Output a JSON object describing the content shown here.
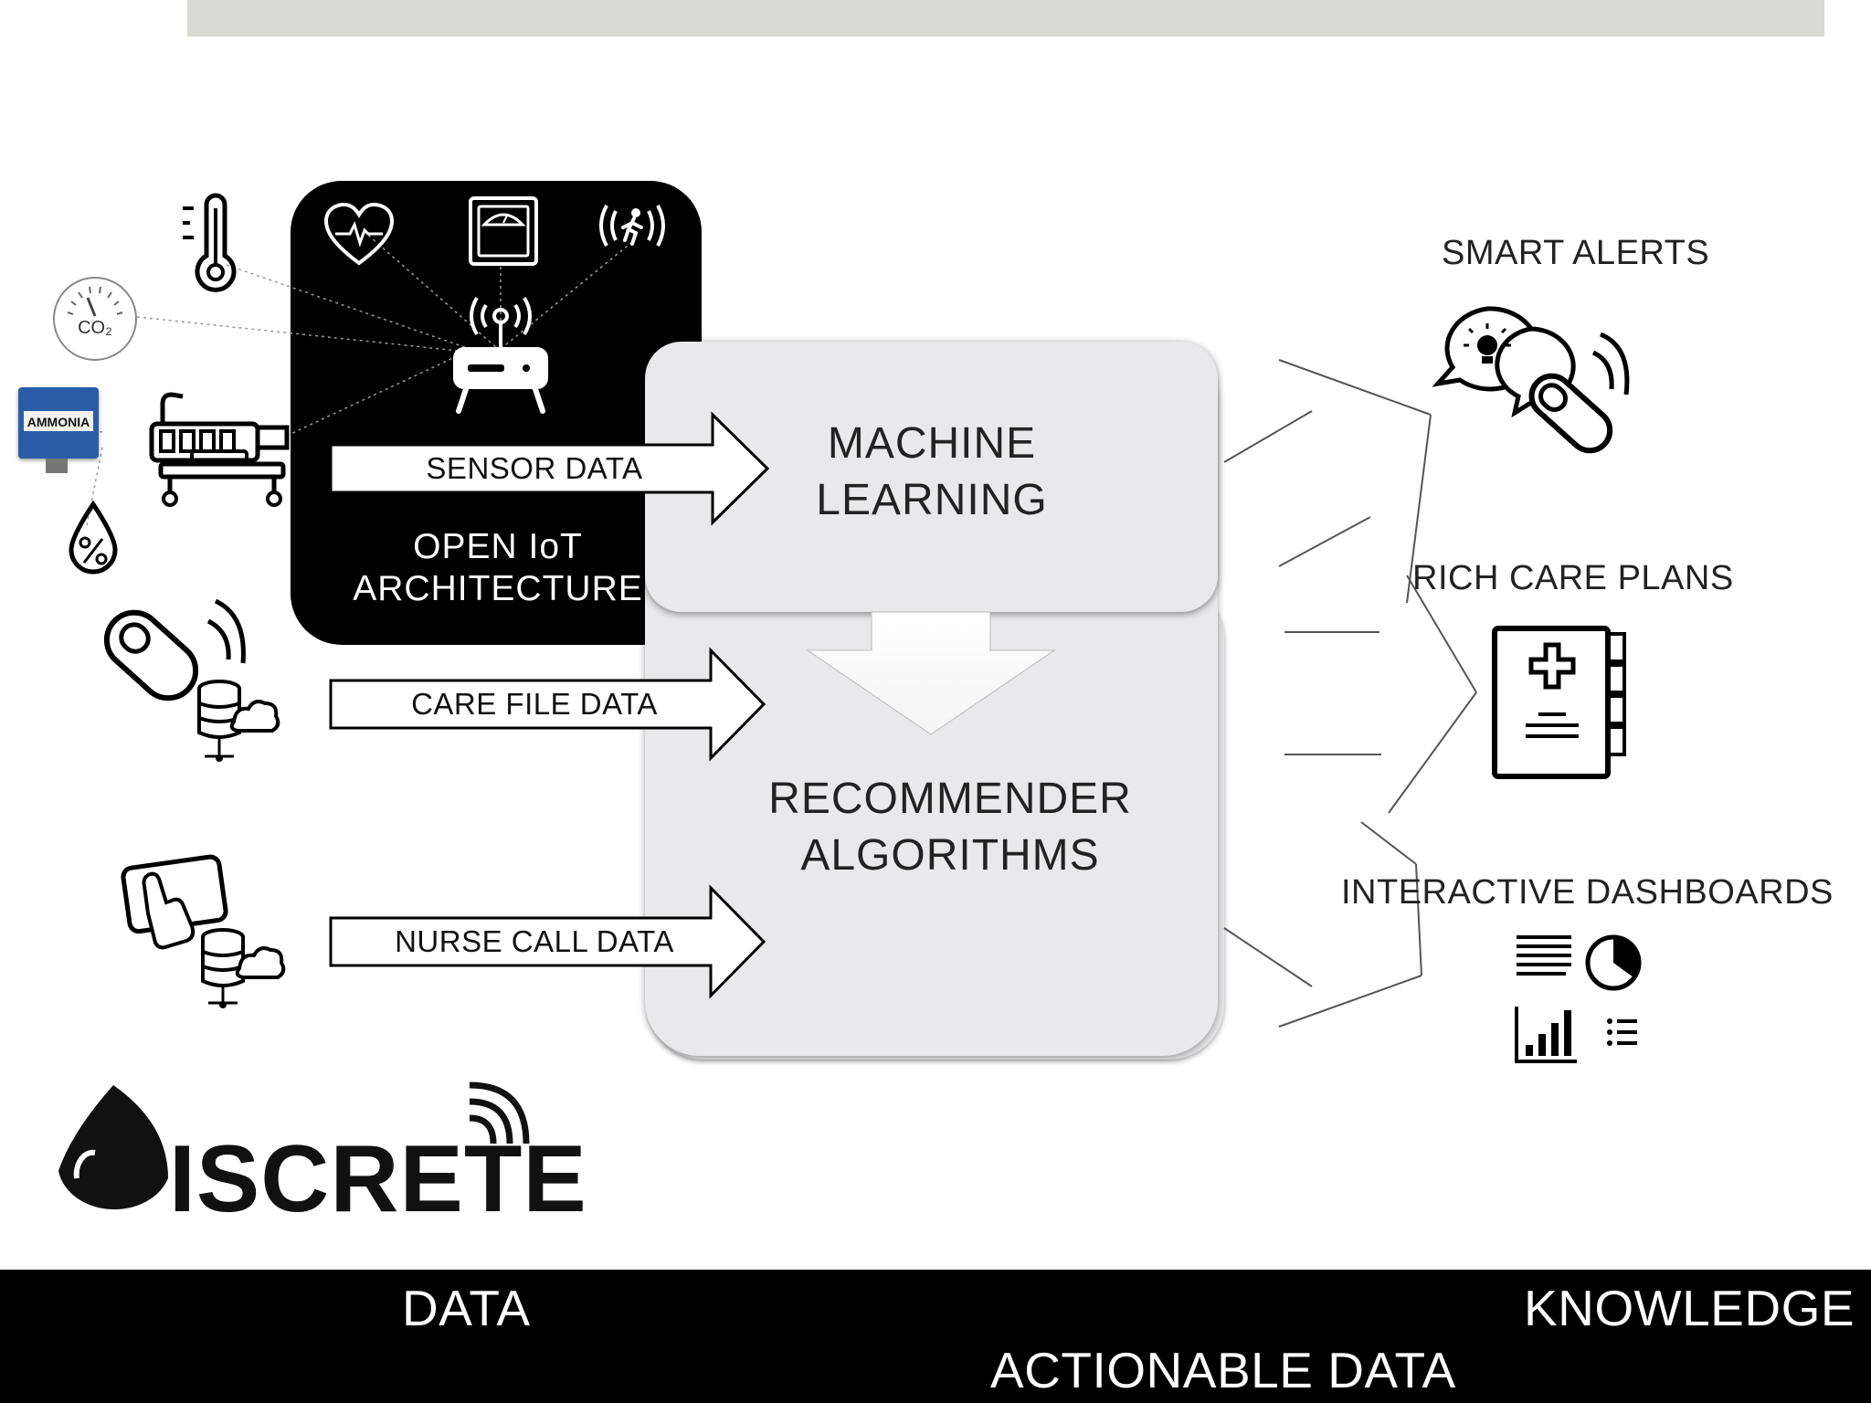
{
  "header": {},
  "iot": {
    "line1": "OPEN IoT",
    "line2": "ARCHITECTURE"
  },
  "center": {
    "ml": {
      "line1": "MACHINE",
      "line2": "LEARNING"
    },
    "rec": {
      "line1": "RECOMMENDER",
      "line2": "ALGORITHMS"
    }
  },
  "arrows": {
    "sensor": "SENSOR DATA",
    "care": "CARE FILE DATA",
    "nurse": "NURSE CALL DATA"
  },
  "sensors": {
    "ammonia": "AMMONIA",
    "co2": "CO₂"
  },
  "outputs": {
    "alerts": "SMART ALERTS",
    "careplans": "RICH CARE PLANS",
    "dashboards": "INTERACTIVE DASHBOARDS"
  },
  "logo": {
    "text": "ISCRETE"
  },
  "footer": {
    "data": "DATA",
    "actionable": "ACTIONABLE DATA",
    "knowledge": "KNOWLEDGE"
  },
  "colors": {
    "topbar": "#d9dad2",
    "iot_box": "#000000",
    "panel": "#e9e8ea",
    "footer": "#000000"
  }
}
